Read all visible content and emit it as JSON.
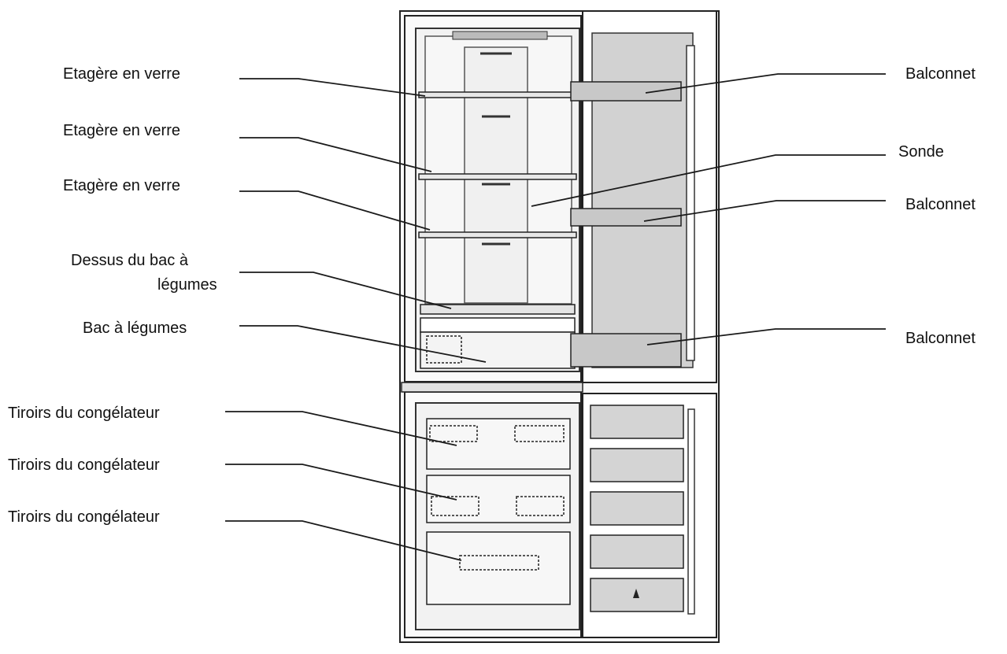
{
  "labels_left": [
    {
      "id": "shelf1",
      "text": "Etagère en verre"
    },
    {
      "id": "shelf2",
      "text": "Etagère en verre"
    },
    {
      "id": "shelf3",
      "text": "Etagère en verre"
    },
    {
      "id": "crisper_top_l1",
      "text": "Dessus du bac à"
    },
    {
      "id": "crisper_top_l2",
      "text": "légumes"
    },
    {
      "id": "crisper",
      "text": "Bac à légumes"
    },
    {
      "id": "drawer1",
      "text": "Tiroirs du congélateur"
    },
    {
      "id": "drawer2",
      "text": "Tiroirs du congélateur"
    },
    {
      "id": "drawer3",
      "text": "Tiroirs du congélateur"
    }
  ],
  "labels_right": [
    {
      "id": "balc1",
      "text": "Balconnet"
    },
    {
      "id": "probe",
      "text": "Sonde"
    },
    {
      "id": "balc2",
      "text": "Balconnet"
    },
    {
      "id": "balc3",
      "text": "Balconnet"
    }
  ],
  "colors": {
    "line": "#1a1a1a",
    "door_panel": "#d4d4d4",
    "fridge_bg": "#f3f3f3"
  }
}
